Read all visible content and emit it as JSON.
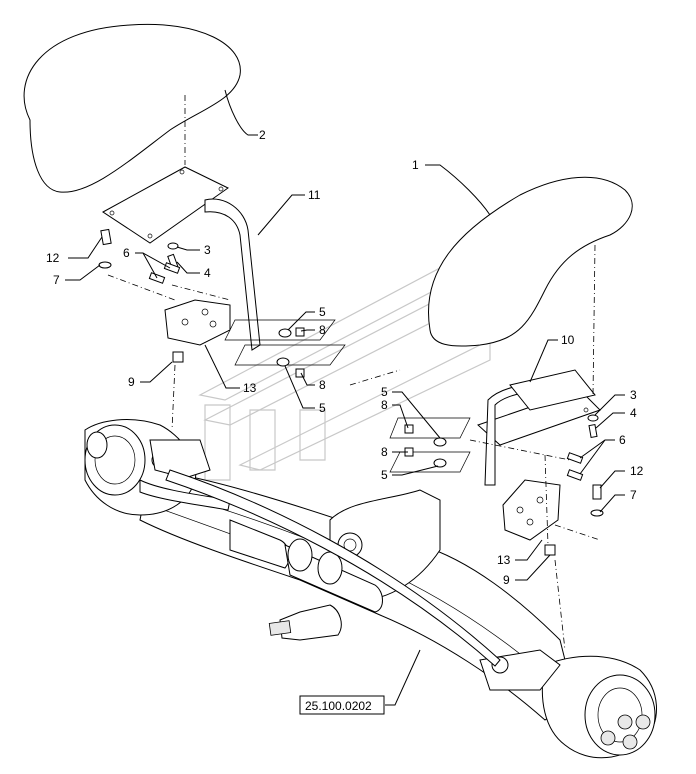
{
  "diagram": {
    "reference_label": "25.100.0202",
    "callouts": [
      {
        "id": "c1",
        "text": "1"
      },
      {
        "id": "c2",
        "text": "2"
      },
      {
        "id": "c3a",
        "text": "3"
      },
      {
        "id": "c3b",
        "text": "3"
      },
      {
        "id": "c4a",
        "text": "4"
      },
      {
        "id": "c4b",
        "text": "4"
      },
      {
        "id": "c5a",
        "text": "5"
      },
      {
        "id": "c5b",
        "text": "5"
      },
      {
        "id": "c5c",
        "text": "5"
      },
      {
        "id": "c5d",
        "text": "5"
      },
      {
        "id": "c6a",
        "text": "6"
      },
      {
        "id": "c6b",
        "text": "6"
      },
      {
        "id": "c7a",
        "text": "7"
      },
      {
        "id": "c7b",
        "text": "7"
      },
      {
        "id": "c8a",
        "text": "8"
      },
      {
        "id": "c8b",
        "text": "8"
      },
      {
        "id": "c8c",
        "text": "8"
      },
      {
        "id": "c8d",
        "text": "8"
      },
      {
        "id": "c9a",
        "text": "9"
      },
      {
        "id": "c9b",
        "text": "9"
      },
      {
        "id": "c10",
        "text": "10"
      },
      {
        "id": "c11",
        "text": "11"
      },
      {
        "id": "c12a",
        "text": "12"
      },
      {
        "id": "c12b",
        "text": "12"
      },
      {
        "id": "c13a",
        "text": "13"
      },
      {
        "id": "c13b",
        "text": "13"
      }
    ]
  }
}
